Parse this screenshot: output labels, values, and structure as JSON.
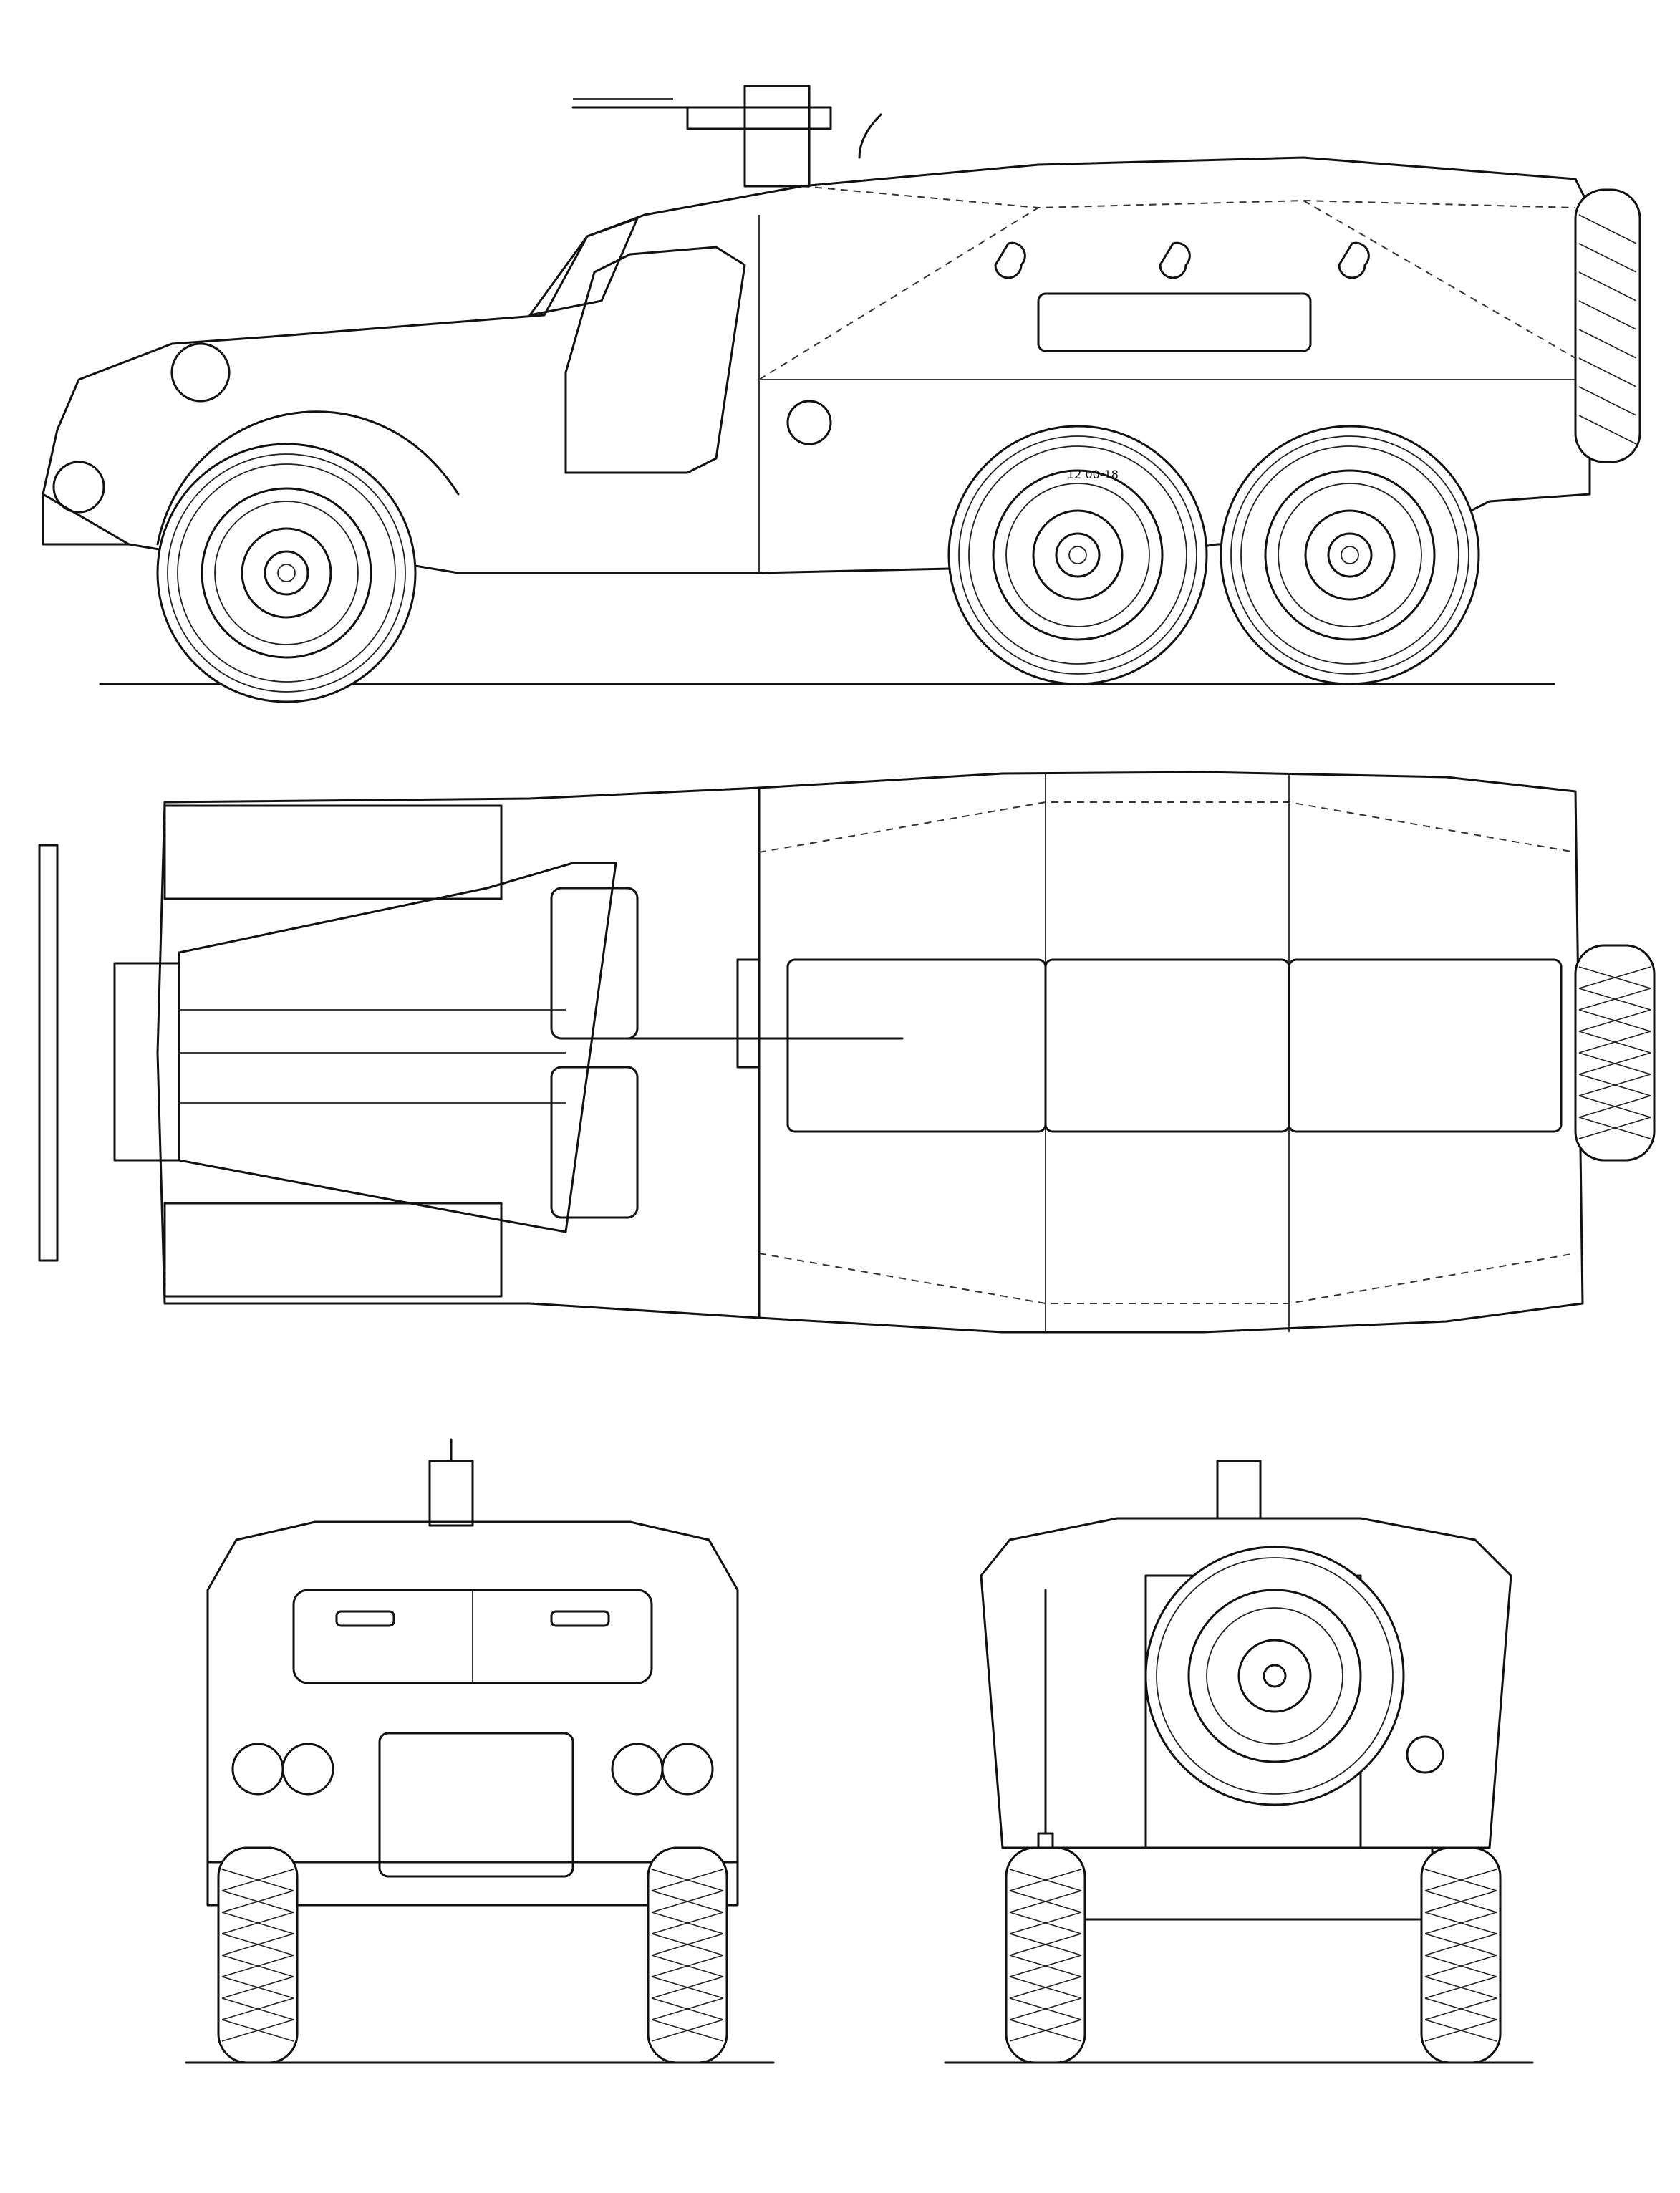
{
  "drawing": {
    "line_color": "#111111",
    "background": "#ffffff"
  },
  "markings": {
    "tire_size": "12 00-18"
  },
  "views": [
    {
      "id": "side",
      "wheels": 3
    },
    {
      "id": "top"
    },
    {
      "id": "front"
    },
    {
      "id": "rear"
    }
  ]
}
